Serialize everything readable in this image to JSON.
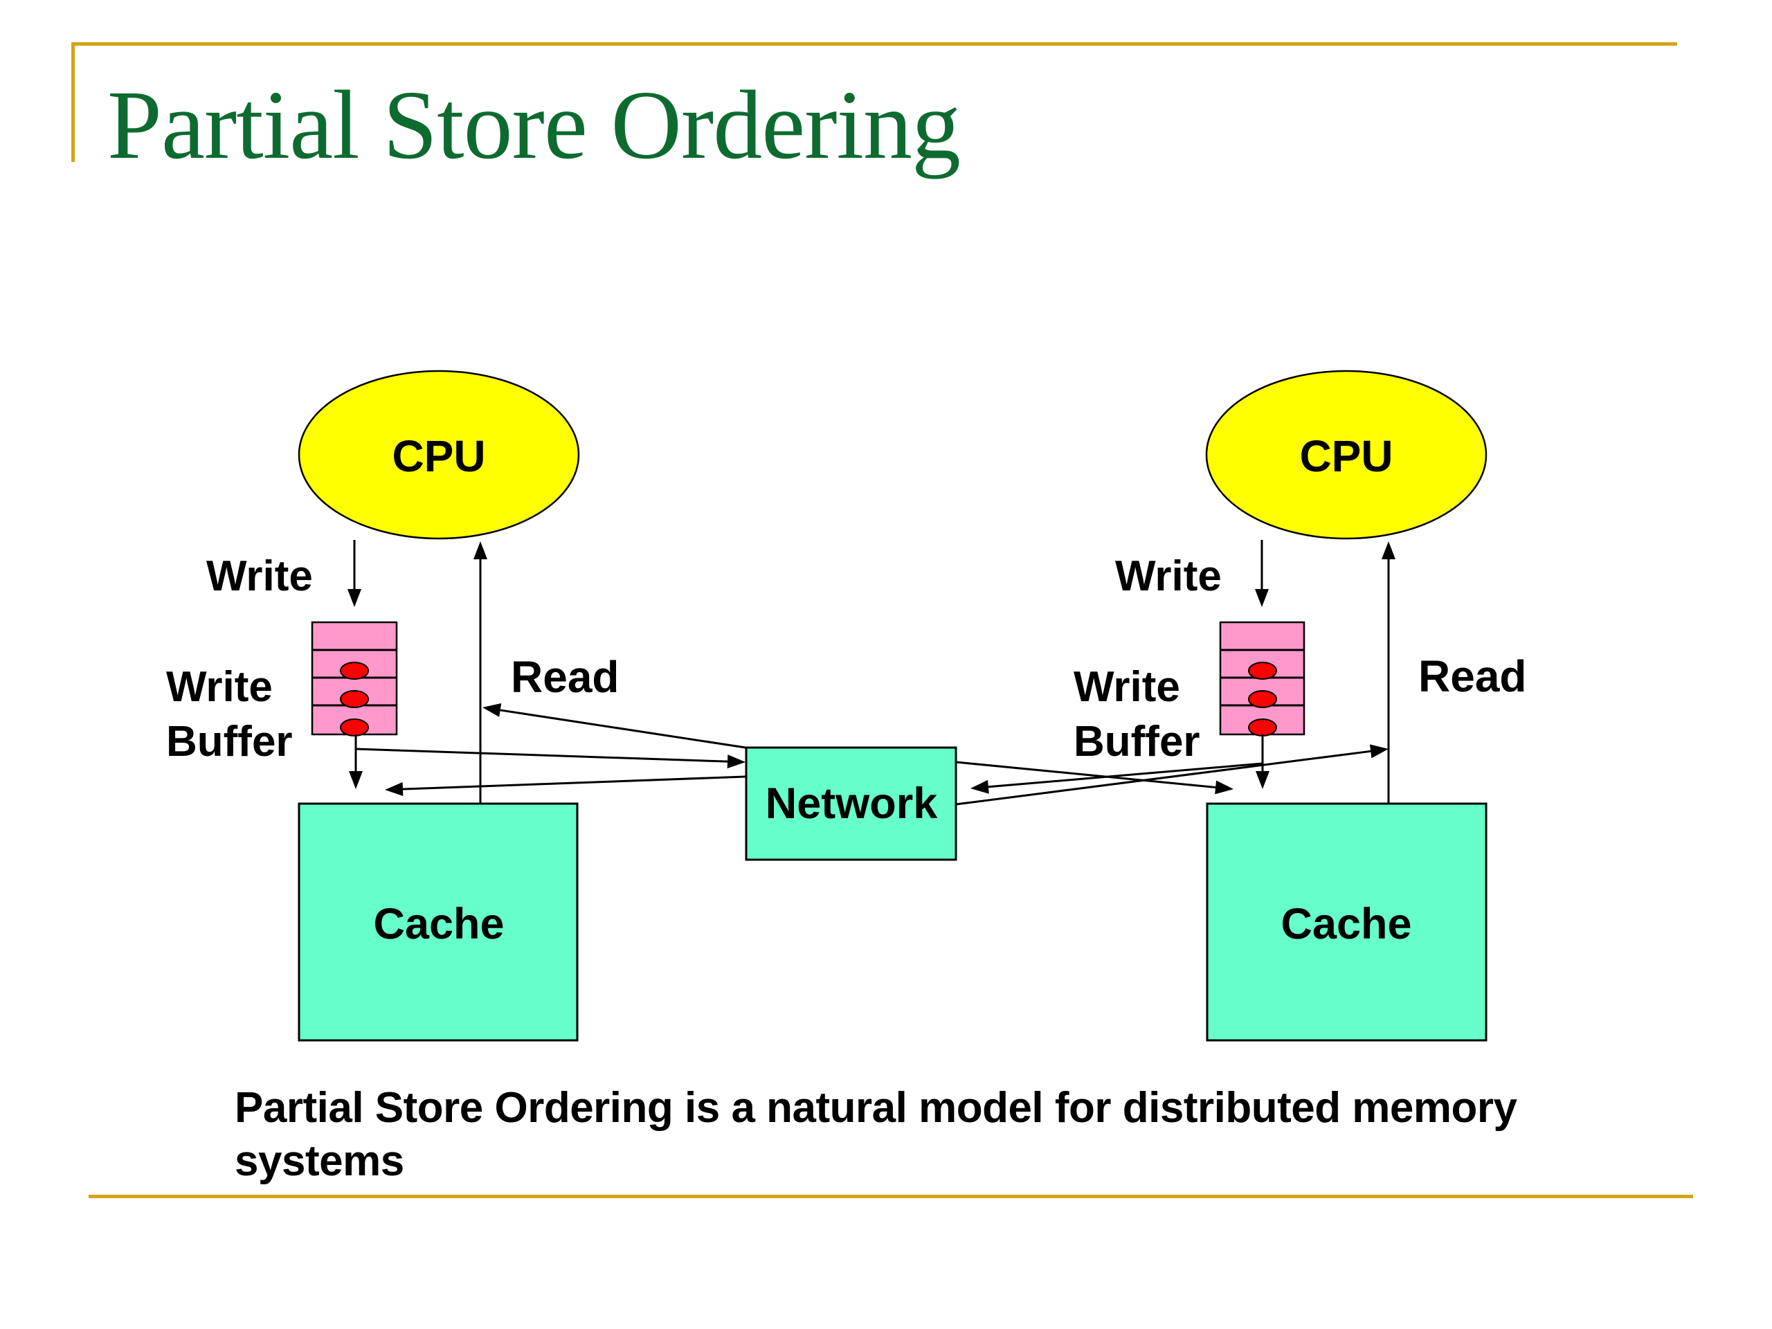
{
  "slide": {
    "title": "Partial Store Ordering",
    "caption": "Partial Store Ordering is a natural model for distributed memory systems",
    "colors": {
      "title": "#0E6B30",
      "rule": "#D4A417",
      "cpu_fill": "#FFFF00",
      "cache_fill": "#66FFCC",
      "buffer_fill": "#FF99CC",
      "buffer_entry": "#FF0000",
      "stroke": "#000000"
    }
  },
  "diagram": {
    "nodes": [
      {
        "id": "cpu-left",
        "label": "CPU",
        "shape": "ellipse"
      },
      {
        "id": "cpu-right",
        "label": "CPU",
        "shape": "ellipse"
      },
      {
        "id": "write-buffer-left",
        "label": "Write Buffer",
        "shape": "stack",
        "slots": 4,
        "entries": 3
      },
      {
        "id": "write-buffer-right",
        "label": "Write Buffer",
        "shape": "stack",
        "slots": 4,
        "entries": 3
      },
      {
        "id": "cache-left",
        "label": "Cache",
        "shape": "rect"
      },
      {
        "id": "cache-right",
        "label": "Cache",
        "shape": "rect"
      },
      {
        "id": "network",
        "label": "Network",
        "shape": "rect"
      }
    ],
    "labels": {
      "cpu_left": "CPU",
      "cpu_right": "CPU",
      "write_left": "Write",
      "write_right": "Write",
      "buffer_left_line1": "Write",
      "buffer_left_line2": "Buffer",
      "buffer_right_line1": "Write",
      "buffer_right_line2": "Buffer",
      "read_left": "Read",
      "read_right": "Read",
      "cache_left": "Cache",
      "cache_right": "Cache",
      "network": "Network"
    },
    "edges": [
      {
        "from": "cpu-left",
        "to": "write-buffer-left",
        "label": "Write"
      },
      {
        "from": "write-buffer-left",
        "to": "cache-left"
      },
      {
        "from": "write-buffer-left",
        "to": "network"
      },
      {
        "from": "network",
        "to": "cache-left"
      },
      {
        "from": "cache-left",
        "to": "cpu-left",
        "label": "Read"
      },
      {
        "from": "network",
        "to": "cpu-left-read-path"
      },
      {
        "from": "cpu-right",
        "to": "write-buffer-right",
        "label": "Write"
      },
      {
        "from": "write-buffer-right",
        "to": "cache-right"
      },
      {
        "from": "write-buffer-right",
        "to": "network"
      },
      {
        "from": "network",
        "to": "cache-right"
      },
      {
        "from": "cache-right",
        "to": "cpu-right",
        "label": "Read"
      },
      {
        "from": "network",
        "to": "cpu-right-read-path"
      }
    ]
  }
}
